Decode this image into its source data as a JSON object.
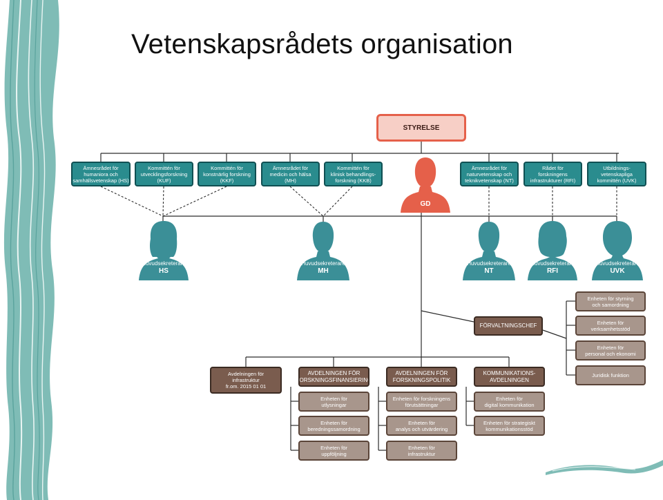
{
  "title": "Vetenskapsrådets organisation",
  "colors": {
    "teal": "#2a8c8e",
    "teal_dark": "#0f4f52",
    "brown": "#7a5c4e",
    "tan": "#a8968c",
    "gd": "#e5604a",
    "styrelse_fill": "#f7cfc6"
  },
  "top": {
    "styrelse": "STYRELSE",
    "gd": "GD"
  },
  "councils": [
    "Ämnesrådet för\nhumaniora och\nsamhällsvetenskap (HS)",
    "Kommittén för\nutvecklingsforskning\n(KUF)",
    "Kommittén för\nkonstnärlig forskning\n(KKF)",
    "Ämnesrådet för\nmedicin och hälsa\n(MH)",
    "Kommittén för\nklinisk behandlings-\nforskning (KKB)",
    "Ämnesrådet för\nnaturvetenskap och\nteknikvetenskap (NT)",
    "Rådet för\nforskningens\ninfrastrukturer (RFI)",
    "Utbildnings-\nvetenskapliga\nkommittén (UVK)"
  ],
  "secretaries": [
    {
      "role": "Huvudsekreterare",
      "abbr": "HS"
    },
    {
      "role": "Huvudsekreterare",
      "abbr": "MH"
    },
    {
      "role": "Huvudsekreterare",
      "abbr": "NT"
    },
    {
      "role": "Huvudsekreterare",
      "abbr": "RFI"
    },
    {
      "role": "Huvudsekreterare",
      "abbr": "UVK"
    }
  ],
  "admin": {
    "chief": "FÖRVALTNINGSCHEF",
    "units": [
      "Enheten för styrning\noch samordning",
      "Enheten för\nverksamhetsstöd",
      "Enheten för\npersonal och ekonomi",
      "Juridisk funktion"
    ]
  },
  "departments": [
    {
      "name": "Avdelningen för\ninfrastruktur\nfr.om. 2015 01 01",
      "units": []
    },
    {
      "name": "AVDELNINGEN FÖR\nFORSKNINGSFINANSIERING",
      "units": [
        "Enheten för\nutlysningar",
        "Enheten för\nberedningssamordning",
        "Enheten för\nuppföljning"
      ]
    },
    {
      "name": "AVDELNINGEN FÖR\nFORSKNINGSPOLITIK",
      "units": [
        "Enheten för forskningens\nförutsättningar",
        "Enheten för\nanalys och utvärdering",
        "Enheten för\ninfrastruktur"
      ]
    },
    {
      "name": "KOMMUNIKATIONS-\nAVDELNINGEN",
      "units": [
        "Enheten för\ndigital kommunikation",
        "Enheten för strategiskt\nkommunikationsstöd"
      ]
    }
  ]
}
